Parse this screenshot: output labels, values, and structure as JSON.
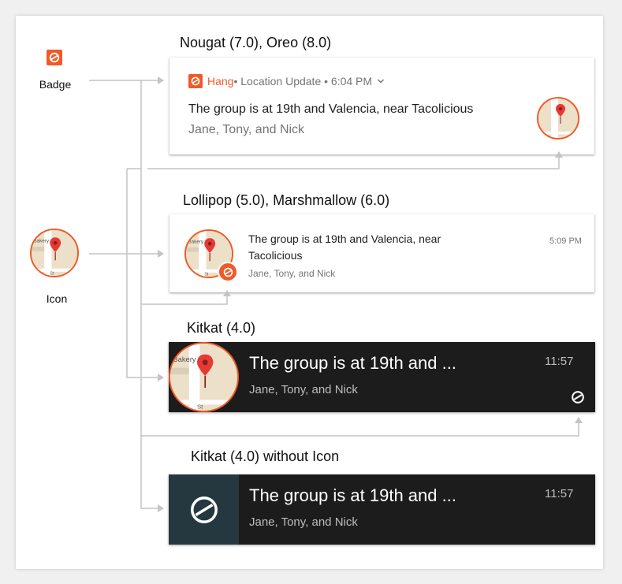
{
  "left": {
    "badge_label": "Badge",
    "icon_label": "Icon"
  },
  "nougat": {
    "section_title": "Nougat (7.0), Oreo (8.0)",
    "app_name": "Hang",
    "header_meta": " • Location Update • 6:04 PM",
    "title": "The group is at 19th and Valencia, near Tacolicious",
    "subtitle": "Jane, Tony, and Nick"
  },
  "lollipop": {
    "section_title": "Lollipop (5.0), Marshmallow (6.0)",
    "title": "The group is at 19th and Valencia, near Tacolicious",
    "subtitle": "Jane, Tony, and Nick",
    "time": "5:09 PM"
  },
  "kitkat": {
    "section_title": "Kitkat (4.0)",
    "title": "The group is at 19th and ...",
    "subtitle": "Jane, Tony, and Nick",
    "time": "11:57"
  },
  "kitkat_no_icon": {
    "section_title": "Kitkat (4.0) without Icon",
    "title": "The group is at 19th and ...",
    "subtitle": "Jane, Tony, and Nick",
    "time": "11:57"
  },
  "map": {
    "label_bakery": "Bakery",
    "label_st": "St"
  },
  "colors": {
    "brand_orange": "#f05a28",
    "dark_card": "#1c1c1c",
    "icon_panel_teal": "#253840",
    "connector_gray": "#bdbdbd"
  },
  "icons": [
    "app-badge-icon",
    "map-pin-icon",
    "chevron-down-icon"
  ]
}
